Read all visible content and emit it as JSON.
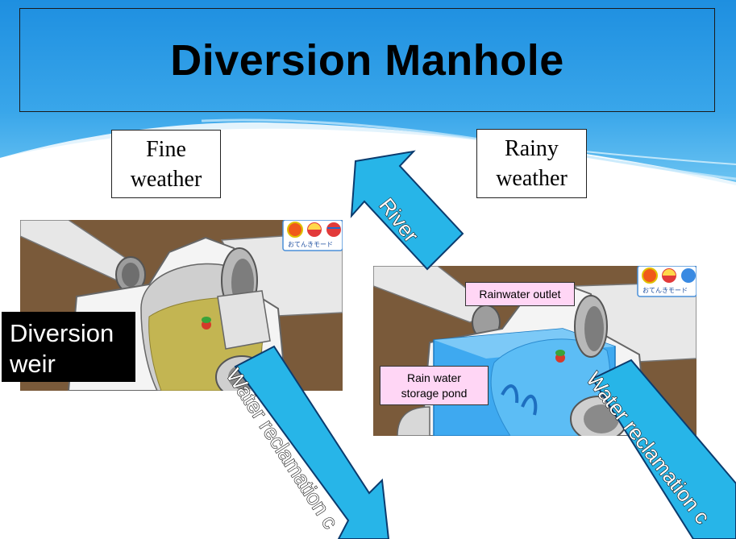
{
  "title": "Diversion Manhole",
  "fine_weather": "Fine\nweather",
  "rainy_weather": "Rainy\nweather",
  "diversion_weir": "Diversion\nweir",
  "rainwater_outlet": "Rainwater outlet",
  "rain_water_storage_pond": "Rain water\nstorage pond",
  "arrow_river": "River",
  "arrow_reclamation_left": "Water reclamation c",
  "arrow_reclamation_right": "Water reclamation c",
  "weather_mode_label": "おてんきモード",
  "colors": {
    "banner_blue": "#2b9be4",
    "arrow_cyan": "#27b5e8",
    "pond_blue": "#3ea9f0",
    "silt_olive": "#c3b552",
    "soil_brown": "#7a5a3a",
    "label_pink": "#ffd6f5"
  }
}
